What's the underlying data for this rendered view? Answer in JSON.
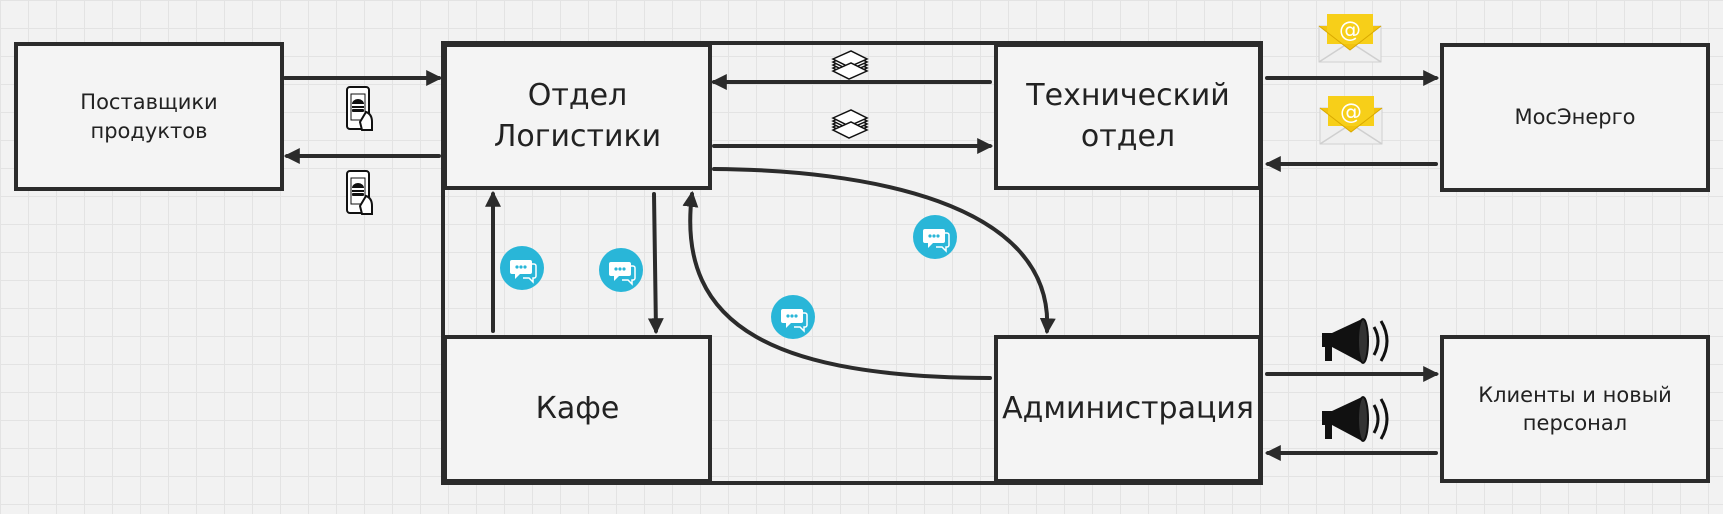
{
  "nodes": {
    "suppliers": "Поставщики\nпродуктов",
    "logistics": "Отдел\nЛогистики",
    "technical": "Технический\nотдел",
    "mosenergo": "МосЭнерго",
    "cafe": "Кафе",
    "administration": "Администрация",
    "clients": "Клиенты и новый\nперсонал"
  },
  "icons": {
    "phone": "phone-order-icon",
    "money": "money-stack-icon",
    "email": "email-icon",
    "chat": "chat-bubble-icon",
    "megaphone": "megaphone-icon"
  },
  "colors": {
    "line": "#2b2b2b",
    "chat": "#29b6d8",
    "email": "#f2c20f"
  }
}
